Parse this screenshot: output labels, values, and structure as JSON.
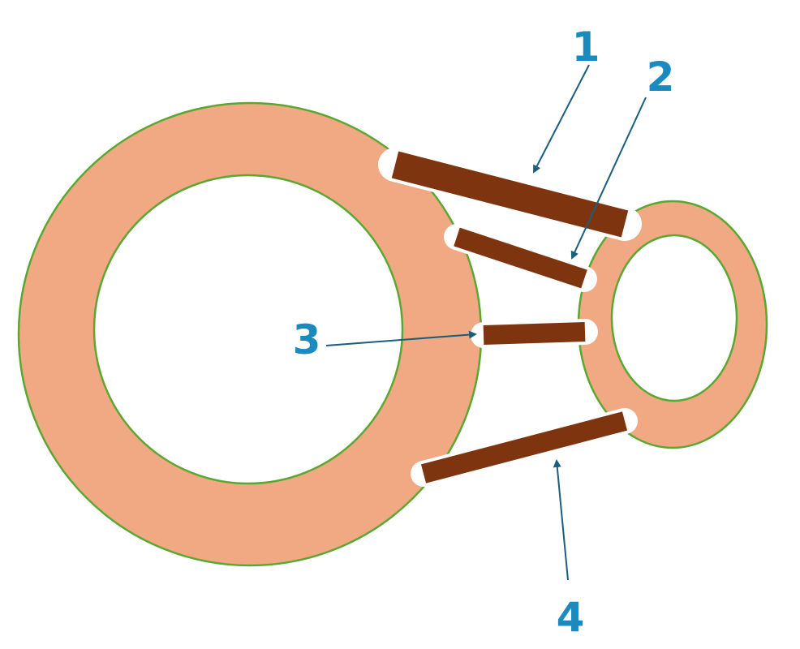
{
  "colors": {
    "ring_fill": "#f0a983",
    "ring_stroke": "#5aa832",
    "bar_fill": "#7f3410",
    "bar_outline": "#ffffff",
    "arrow": "#1a5e7e",
    "label": "#1b8bbf"
  },
  "labels": {
    "l1": "1",
    "l2": "2",
    "l3": "3",
    "l4": "4"
  }
}
